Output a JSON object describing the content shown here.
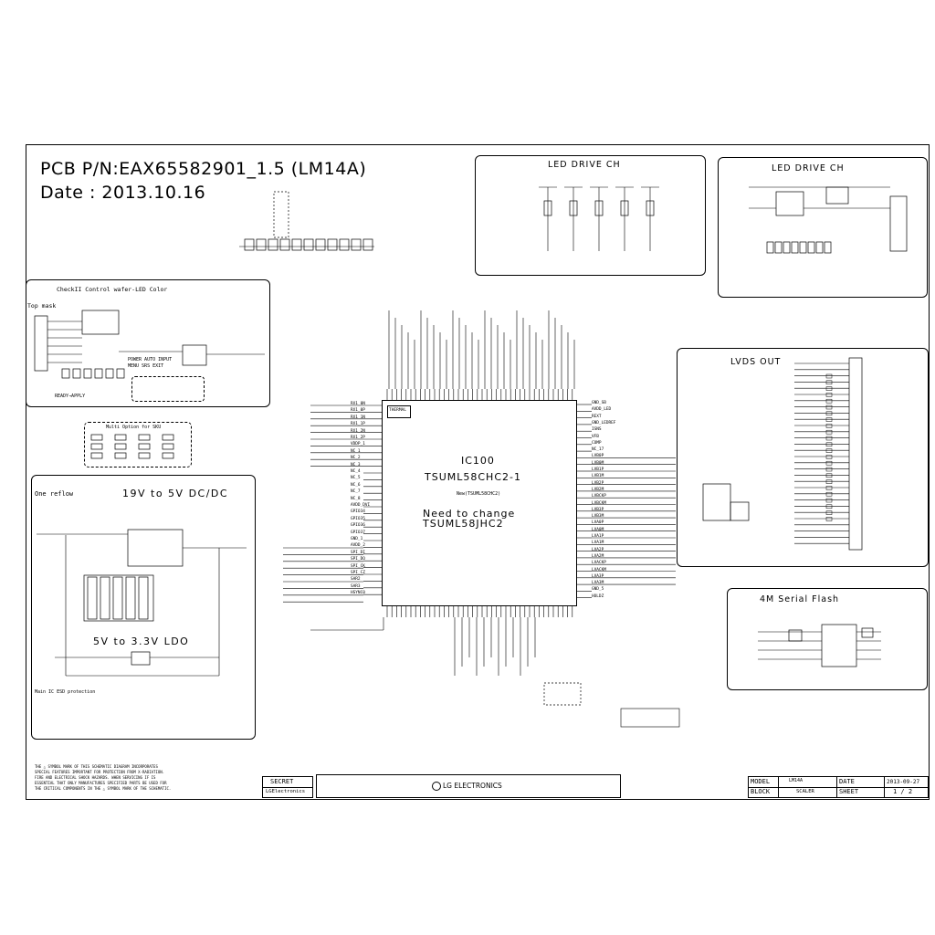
{
  "header": {
    "pcb_line": "PCB P/N:EAX65582901_1.5  (LM14A)",
    "date_line": "Date : 2013.10.16"
  },
  "blocks": {
    "led_drive_1": "LED DRIVE CH",
    "led_drive_2": "LED DRIVE CH",
    "check_control": "CheckII Control wafer-LED Color",
    "top_mask": "Top mask",
    "power_auto": "POWER AUTO INPUT",
    "menu_exit": "MENU SRS EXIT",
    "ready": "READY→APPLY",
    "multi_option": "Multi Option for SKU",
    "one_reflow": "One reflow",
    "dcdc_title": "19V to 5V DC/DC",
    "ldo_title": "5V to 3.3V LDO",
    "ic_protect": "Main IC ESD protection",
    "lvds_title": "LVDS OUT",
    "flash_title": "4M Serial Flash",
    "thermal": "THERMAL"
  },
  "ic": {
    "ref": "IC100",
    "part": "TSUML58CHC2-1",
    "new_part": "New(TSUML58CHC2)",
    "note1": "Need to change",
    "note2": "TSUML58JHC2",
    "left_pins": [
      "RX1_0N",
      "RX1_0P",
      "RX1_1N",
      "RX1_1P",
      "RX1_2N",
      "RX1_2P",
      "VDDP_1",
      "NC_1",
      "NC_2",
      "NC_3",
      "NC_4",
      "NC_5",
      "NC_6",
      "NC_7",
      "NC_8",
      "AVDD_DVI",
      "GPIO34",
      "GPIO35",
      "GPIO36",
      "GPIO37",
      "GND_1",
      "AVDD_2",
      "SPI_DI",
      "SPI_DO",
      "SPI_CK",
      "SPI_CZ",
      "SAR2",
      "SAR3",
      "HSYNC0"
    ],
    "right_pins": [
      "GND_SB",
      "AVDD_LED",
      "REXT",
      "GND_LEDREF",
      "ISNS",
      "VFB",
      "COMP",
      "NC_17",
      "LVB0P",
      "LVB0M",
      "LVB1P",
      "LVB1M",
      "LVB2P",
      "LVB2M",
      "LVBCKP",
      "LVBCKM",
      "LVB3P",
      "LVB3M",
      "LVA0P",
      "LVA0M",
      "LVA1P",
      "LVA1M",
      "LVA2P",
      "LVA2M",
      "LVACKP",
      "LVACKM",
      "LVA3P",
      "LVA3M",
      "GND_5",
      "HOLDZ"
    ]
  },
  "title_block": {
    "secret": "SECRET",
    "lg_small": "LGElectronics",
    "company": "LG ELECTRONICS",
    "model_label": "MODEL",
    "model_value": "LM14A",
    "block_label": "BLOCK",
    "block_value": "SCALER",
    "date_label": "DATE",
    "date_value": "2013-09-27",
    "sheet_label": "SHEET",
    "sheet_value": "1 / 2"
  },
  "disclaimer": [
    "THE △ SYMBOL MARK OF THIS SCHEMATIC DIAGRAM INCORPORATES",
    "SPECIAL FEATURES IMPORTANT FOR PROTECTION FROM X-RADIATION.",
    "FIRE AND ELECTRICAL SHOCK HAZARDS. WHEN SERVICING IF IS",
    "ESSENTIAL THAT ONLY MANUFACTURES SPECIFIED PARTS BE USED FOR",
    "THE CRITICAL COMPONENTS IN THE △ SYMBOL MARK OF THE SCHEMATIC."
  ]
}
